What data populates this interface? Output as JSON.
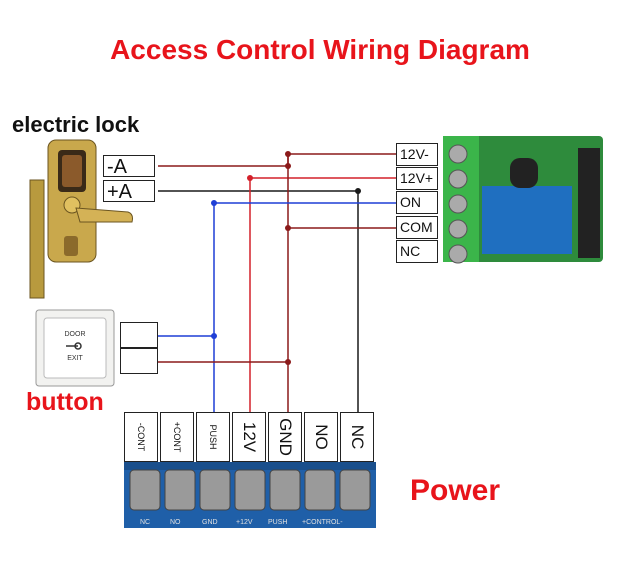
{
  "title": "Access Control Wiring Diagram",
  "lock": {
    "label": "electric lock",
    "terminals": [
      "-A",
      "+A"
    ]
  },
  "button": {
    "label": "button",
    "plate_text": [
      "DOOR",
      "EXIT"
    ]
  },
  "relay": {
    "terminals": [
      "12V-",
      "12V+",
      "ON",
      "COM",
      "NC"
    ]
  },
  "power": {
    "label": "Power",
    "terminals": [
      "-CONT",
      "+CONT",
      "PUSH",
      "12V",
      "GND",
      "NO",
      "NC"
    ],
    "strip_labels": [
      "NC",
      "NO",
      "GND",
      "+12V",
      "PUSH",
      "+CONTROL-"
    ]
  },
  "colors": {
    "title": "#e8141b",
    "wire_red": "#d4202a",
    "wire_darkred": "#8b1a1a",
    "wire_blue": "#1f3fd6",
    "wire_black": "#1a1a1a",
    "terminal_block": "#1f5fa8",
    "relay_board": "#2e8b3c"
  }
}
